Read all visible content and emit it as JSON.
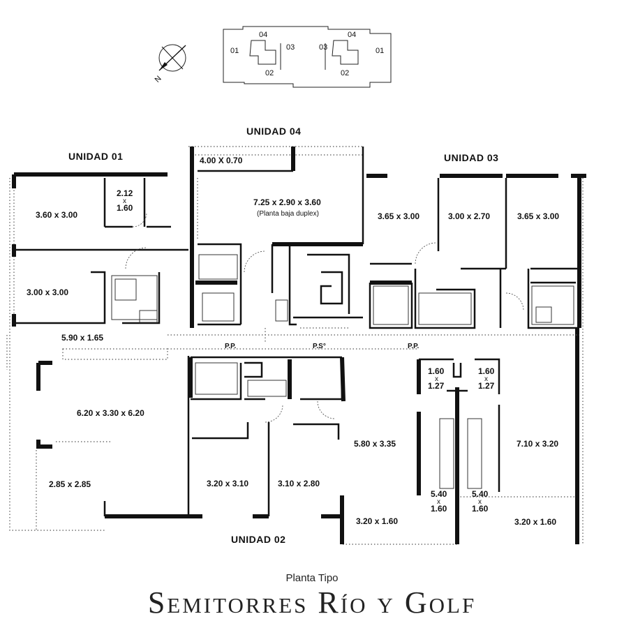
{
  "key_plan": {
    "labels": [
      "04",
      "01",
      "03",
      "02",
      "04",
      "03",
      "01",
      "02"
    ],
    "compass_letter": "N"
  },
  "units": {
    "u01": "UNIDAD 01",
    "u02": "UNIDAD 02",
    "u03": "UNIDAD 03",
    "u04": "UNIDAD 04"
  },
  "rooms": {
    "r01a": "3.60 x 3.00",
    "r01b_1": "2.12",
    "r01b_2": "x",
    "r01b_3": "1.60",
    "r01c": "3.00 x 3.00",
    "r01d": "5.90 x 1.65",
    "r01e": "6.20 x 3.30 x 6.20",
    "r01f": "2.85 x 2.85",
    "r04a": "4.00 X 0.70",
    "r04b": "7.25 x 2.90 x 3.60",
    "r04b_note": "(Planta baja duplex)",
    "r03a": "3.65 x 3.00",
    "r03b": "3.00 x 2.70",
    "r03c": "3.65 x 3.00",
    "r03d": "7.10 x 3.20",
    "r03e": "3.20 x 1.60",
    "r02a": "3.20 x 3.10",
    "r02b": "3.10 x 2.80",
    "r02c": "5.80 x 3.35",
    "r02d": "3.20 x 1.60",
    "small1_1": "1.60",
    "small1_2": "x",
    "small1_3": "1.27",
    "small2_1": "1.60",
    "small2_2": "x",
    "small2_3": "1.27",
    "small3_1": "5.40",
    "small3_2": "x",
    "small3_3": "1.60",
    "small4_1": "5.40",
    "small4_2": "x",
    "small4_3": "1.60"
  },
  "hall": {
    "pp1": "P.P.",
    "ps": "P.S°",
    "pp2": "P.P."
  },
  "title": {
    "subtitle": "Planta Tipo",
    "main": "Semitorres Río y Golf"
  }
}
